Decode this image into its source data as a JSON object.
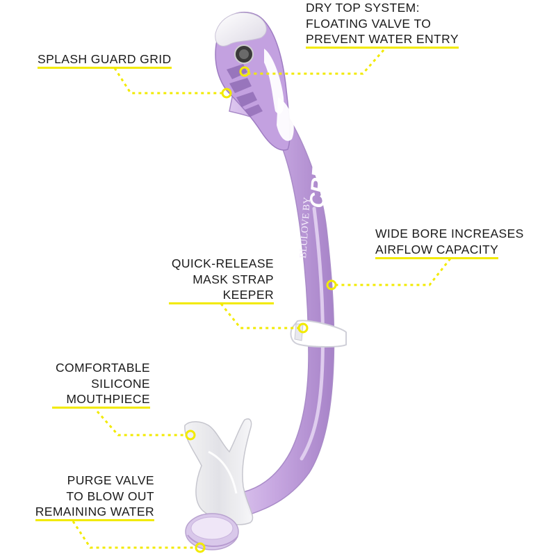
{
  "colors": {
    "tube": "#c6a6e0",
    "tube_shadow": "#9f7bc2",
    "tube_highlight": "#e4d3f1",
    "top_cap": "#f4f2f7",
    "accent_line": "#f2ea00",
    "text": "#1a1a1a"
  },
  "product": {
    "brand": "CRESSI",
    "model": "BLULOVE BY"
  },
  "callouts": {
    "dry_top": [
      "DRY TOP SYSTEM:",
      "FLOATING VALVE TO",
      "PREVENT WATER ENTRY"
    ],
    "splash_guard": [
      "SPLASH GUARD GRID"
    ],
    "wide_bore": [
      "WIDE BORE INCREASES",
      "AIRFLOW CAPACITY"
    ],
    "quick_release": [
      "QUICK-RELEASE",
      "MASK STRAP",
      "KEEPER"
    ],
    "mouthpiece": [
      "COMFORTABLE",
      "SILICONE",
      "MOUTHPIECE"
    ],
    "purge_valve": [
      "PURGE VALVE",
      "TO BLOW OUT",
      "REMAINING WATER"
    ]
  }
}
